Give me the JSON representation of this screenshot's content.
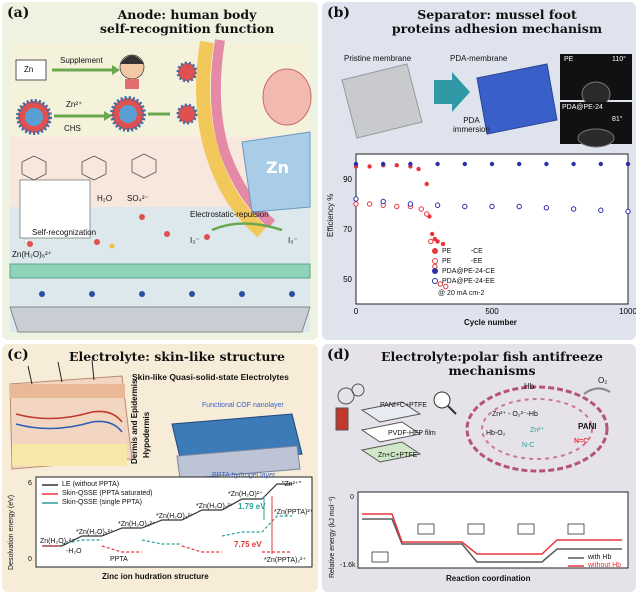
{
  "panel_a": {
    "tag": "(a)",
    "title_line1": "Anode: human body",
    "title_line2": "self-recognition function",
    "zn_box": "Zn",
    "supplement": "Supplement",
    "zn2plus": "Zn²⁺",
    "chs": "CHS",
    "zn_block": "Zn",
    "h2o": "H₂O",
    "so4": "SO₄²⁻",
    "electrostatic": "Electrostatic-repulsion",
    "i3_left": "I₃⁻",
    "i3_right": "I₃⁻",
    "self_recognization": "Self-recognization",
    "zn_h2o6": "Zn(H₂O)₆²⁺"
  },
  "panel_b": {
    "tag": "(b)",
    "title_line1": "Separator: mussel foot",
    "title_line2": "proteins adhesion mechanism",
    "pristine": "Pristine membrane",
    "pda_membrane": "PDA-membrane",
    "pda_immersion_1": "PDA",
    "pda_immersion_2": "immersion",
    "pe_label": "PE",
    "pe_angle": "110°",
    "pda_pe_label": "PDA@PE-24",
    "pda_pe_angle": "81°"
  },
  "chart_data": {
    "type": "scatter",
    "title": "",
    "xlabel": "Cycle number",
    "ylabel": "Efficiency %",
    "xlim": [
      0,
      1000
    ],
    "ylim": [
      40,
      100
    ],
    "xticks": [
      0,
      500,
      1000
    ],
    "yticks": [
      50,
      70,
      90
    ],
    "legend_position": "bottom-left",
    "annotation": "@ 20 mA cm-2",
    "series": [
      {
        "name": "PE          -CE",
        "color": "#e8353a",
        "marker": "circle-filled",
        "x": [
          0,
          50,
          100,
          150,
          200,
          230,
          260,
          270,
          280,
          290,
          300,
          320
        ],
        "y": [
          95,
          95,
          95.5,
          95.5,
          95,
          94,
          88,
          75,
          68,
          66,
          65,
          64
        ]
      },
      {
        "name": "PE          -EE",
        "color": "#e8353a",
        "marker": "circle-open",
        "x": [
          0,
          50,
          100,
          150,
          200,
          240,
          260,
          275,
          290,
          310,
          330
        ],
        "y": [
          80,
          80,
          79.5,
          79,
          79,
          78,
          76,
          65,
          55,
          48,
          47
        ]
      },
      {
        "name": "PDA@PE-24-CE",
        "color": "#2a2fa8",
        "marker": "circle-filled",
        "x": [
          0,
          100,
          200,
          300,
          400,
          500,
          600,
          700,
          800,
          900,
          1000
        ],
        "y": [
          96,
          96,
          96,
          96,
          96,
          96,
          96,
          96,
          96,
          96,
          96
        ]
      },
      {
        "name": "PDA@PE-24-EE",
        "color": "#2a2fa8",
        "marker": "circle-open",
        "x": [
          0,
          100,
          200,
          300,
          400,
          500,
          600,
          700,
          800,
          900,
          1000
        ],
        "y": [
          82,
          81,
          80,
          79.5,
          79,
          79,
          79,
          78.5,
          78,
          77.5,
          77
        ]
      }
    ]
  },
  "panel_c": {
    "tag": "(c)",
    "title": "Electrolyte: skin-like structure",
    "heading_line1": "Skin-like Quasi-solid-state Electrolytes",
    "dermis": "Dermis and Epidermis",
    "hypodermis": "Hypodermis",
    "cof": "Functional COF nanolayer",
    "ppta_layer": "PPTA hydrogel layer",
    "legend": [
      "LE (without PPTA)",
      "Skin-QSSE (PPTA saturated)",
      "Skin-QSSE (single PPTA)"
    ],
    "ylabel": "Desolvation energy (eV)",
    "xlabel": "Zinc ion hudration structure",
    "ytick_top": "6",
    "ytick_bottom": "0",
    "energy_1": "1.79 eV",
    "energy_2": "7.75 eV",
    "state_labels": [
      "Zn(H₂O)₆²⁺",
      "*Zn(H₂O)₅²⁺",
      "*Zn(H₂O)₄²⁺",
      "*Zn(H₂O)₃²⁺",
      "*Zn(H₂O)₂²⁺",
      "*Zn(H₂O)²⁺",
      "\"Zn²⁺\"",
      "*Zn(PPTA)²⁺",
      "*Zn(PPTA)₂²⁺"
    ],
    "h2o_step": "-H₂O",
    "ppta_step": "PPTA"
  },
  "panel_d": {
    "tag": "(d)",
    "title_line1": "Electrolyte:polar fish antifreeze",
    "title_line2": "mechanisms",
    "hb": "Hb",
    "o2": "O₂",
    "pani_ptfe": "PANI+C+PTFE",
    "pvdf": "PVDF-HFP film",
    "zn_ptfe": "Zn+C+PTFE",
    "zn2_o2_hb": "Zn²⁺ - O₂²⁻-Hb",
    "hb_o2": "Hb-O₂",
    "zn2": "Zn²⁺",
    "nc": "N-C",
    "pani": "PANI",
    "n_eq_c": "N=C",
    "ylabel": "Relative energy (kJ mol⁻¹)",
    "xlabel": "Reaction coordination",
    "ytick_top": "0",
    "ytick_bottom": "-1.6k",
    "legend": [
      "with Hb",
      "without Hb"
    ],
    "legend_colors": [
      "#5a5a5a",
      "#e8353a"
    ]
  }
}
